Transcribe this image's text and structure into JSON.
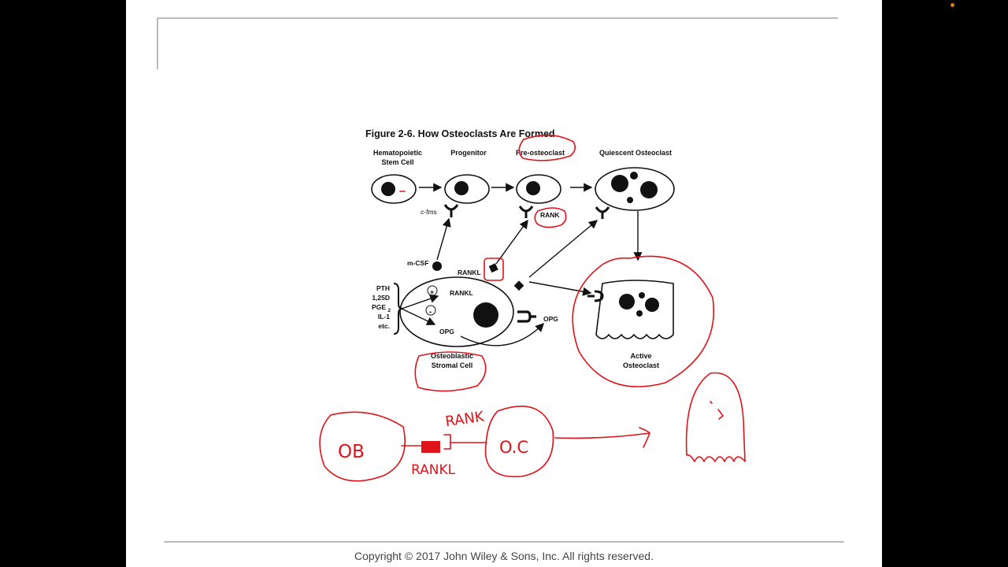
{
  "figure": {
    "title": "Figure 2-6. How Osteoclasts Are Formed",
    "stages": {
      "hsc_line1": "Hematopoietic",
      "hsc_line2": "Stem Cell",
      "progenitor": "Progenitor",
      "pre_osteoclast": "Pre-osteoclast",
      "quiescent": "Quiescent Osteoclast",
      "active_line1": "Active",
      "active_line2": "Osteoclast",
      "stromal_line1": "Osteoblastic",
      "stromal_line2": "Stromal Cell"
    },
    "receptors": {
      "cfms": "c-fms",
      "rank": "RANK",
      "mcsf": "m-CSF",
      "rankl_top": "RANKL",
      "rankl_inner": "RANKL",
      "opg_inner": "OPG",
      "opg_outer": "OPG"
    },
    "signals": [
      "PTH",
      "1,25D",
      "PGE",
      "IL-1",
      "etc."
    ],
    "signal_subscript": "2",
    "plus_sign": "+",
    "minus_sign": "-"
  },
  "annotations": {
    "ob": "OB",
    "oc": "O.C",
    "rank": "RANK",
    "rankl": "RANKL"
  },
  "footer": {
    "copyright": "Copyright © 2017 John Wiley & Sons, Inc. All rights reserved."
  },
  "colors": {
    "ink": "#e0121a",
    "text": "#111111",
    "background": "#ffffff",
    "frame": "#000000"
  }
}
